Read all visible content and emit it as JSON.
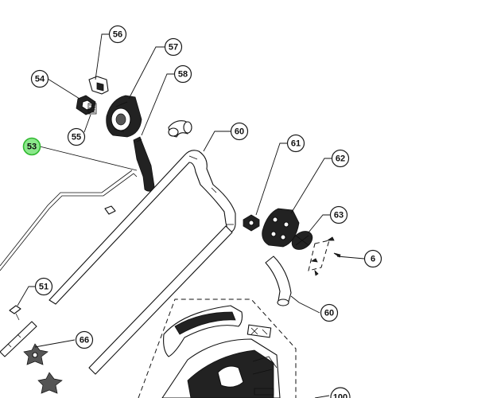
{
  "diagram": {
    "highlight_color": "#8be88b",
    "callouts": [
      {
        "id": "53",
        "label": "53",
        "highlighted": true
      },
      {
        "id": "54",
        "label": "54",
        "highlighted": false
      },
      {
        "id": "55",
        "label": "55",
        "highlighted": false
      },
      {
        "id": "56",
        "label": "56",
        "highlighted": false
      },
      {
        "id": "57",
        "label": "57",
        "highlighted": false
      },
      {
        "id": "58",
        "label": "58",
        "highlighted": false
      },
      {
        "id": "60a",
        "label": "60",
        "highlighted": false
      },
      {
        "id": "61",
        "label": "61",
        "highlighted": false
      },
      {
        "id": "62",
        "label": "62",
        "highlighted": false
      },
      {
        "id": "63",
        "label": "63",
        "highlighted": false
      },
      {
        "id": "6",
        "label": "6",
        "highlighted": false
      },
      {
        "id": "60b",
        "label": "60",
        "highlighted": false
      },
      {
        "id": "51",
        "label": "51",
        "highlighted": false
      },
      {
        "id": "66",
        "label": "66",
        "highlighted": false
      },
      {
        "id": "100",
        "label": "100",
        "highlighted": false
      }
    ]
  }
}
